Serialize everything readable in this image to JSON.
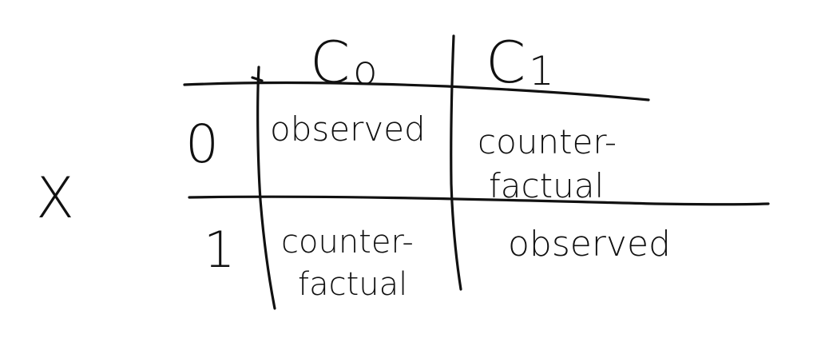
{
  "table": {
    "row_variable": "X",
    "column_headers": [
      "C0",
      "C1"
    ],
    "column_header_display": [
      {
        "letter": "C",
        "subscript": "o"
      },
      {
        "letter": "C",
        "subscript": "1"
      }
    ],
    "rows": [
      {
        "label": "0",
        "cells": [
          {
            "lines": [
              "observed"
            ]
          },
          {
            "lines": [
              "counter-",
              "factual"
            ]
          }
        ]
      },
      {
        "label": "1",
        "cells": [
          {
            "lines": [
              "counter-",
              "factual"
            ]
          },
          {
            "lines": [
              "observed"
            ]
          }
        ]
      }
    ]
  }
}
